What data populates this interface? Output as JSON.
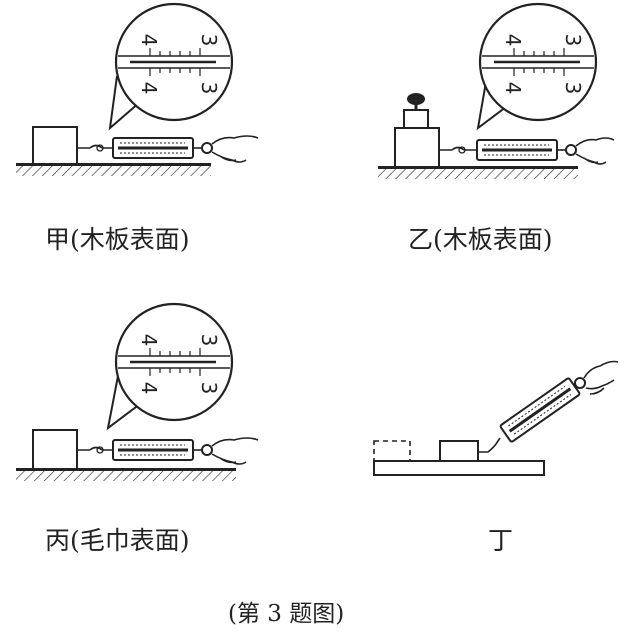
{
  "panels": [
    {
      "id": "jia",
      "label": "甲(木板表面)",
      "gauge": {
        "left_number": "4",
        "right_number": "3"
      }
    },
    {
      "id": "yi",
      "label": "乙(木板表面)",
      "gauge": {
        "left_number": "4",
        "right_number": "3"
      }
    },
    {
      "id": "bing",
      "label": "丙(毛巾表面)",
      "gauge": {
        "left_number": "4",
        "right_number": "3"
      }
    },
    {
      "id": "ding",
      "label": "丁"
    }
  ],
  "caption": "(第 3 题图)",
  "colors": {
    "ink": "#222222",
    "paper": "#ffffff"
  }
}
